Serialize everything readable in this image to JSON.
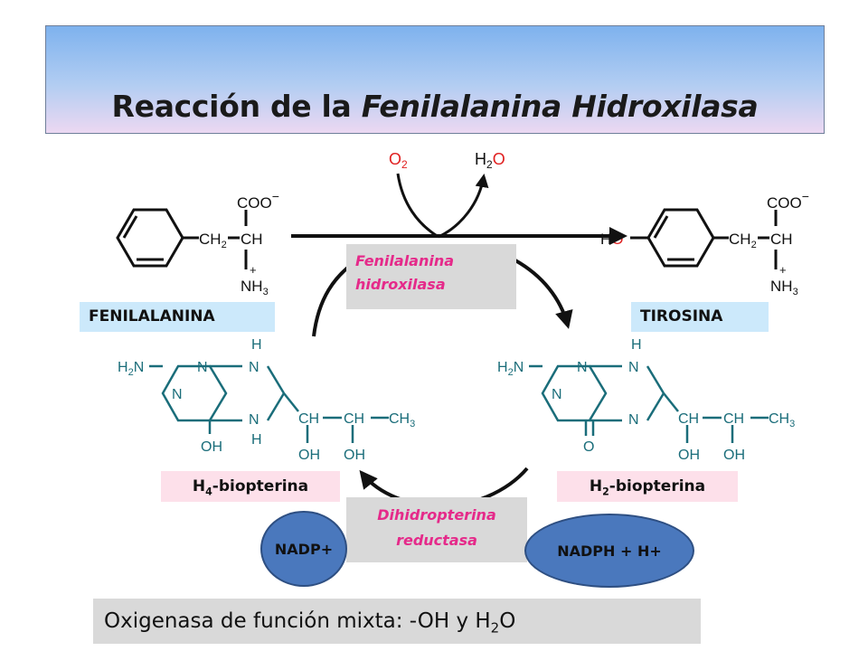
{
  "title": {
    "prefix": "Reacción de la ",
    "italic": "Fenilalanina Hidroxilasa"
  },
  "substrate_label": "FENILALANINA",
  "product_label": "TIROSINA",
  "enzyme_top": {
    "line1": "Fenilalanina",
    "line2": "hidroxilasa"
  },
  "enzyme_bottom": {
    "line1": "Dihidropterina",
    "line2": "reductasa"
  },
  "cofactor_left": {
    "prefix": "H",
    "sub": "4",
    "suffix": "-biopterina"
  },
  "cofactor_right": {
    "prefix": "H",
    "sub": "2",
    "suffix": "-biopterina"
  },
  "oval_left": "NADP+",
  "oval_right": "NADPH + H+",
  "footer": {
    "prefix": "Oxigenasa de función mixta: -OH y H",
    "sub": "2",
    "suffix": "O"
  },
  "colors": {
    "structure_teal": "#1a6d7a",
    "oxygen_red": "#e02020",
    "enzyme_text": "#e52a8a",
    "oval_fill": "#4a78bd"
  }
}
